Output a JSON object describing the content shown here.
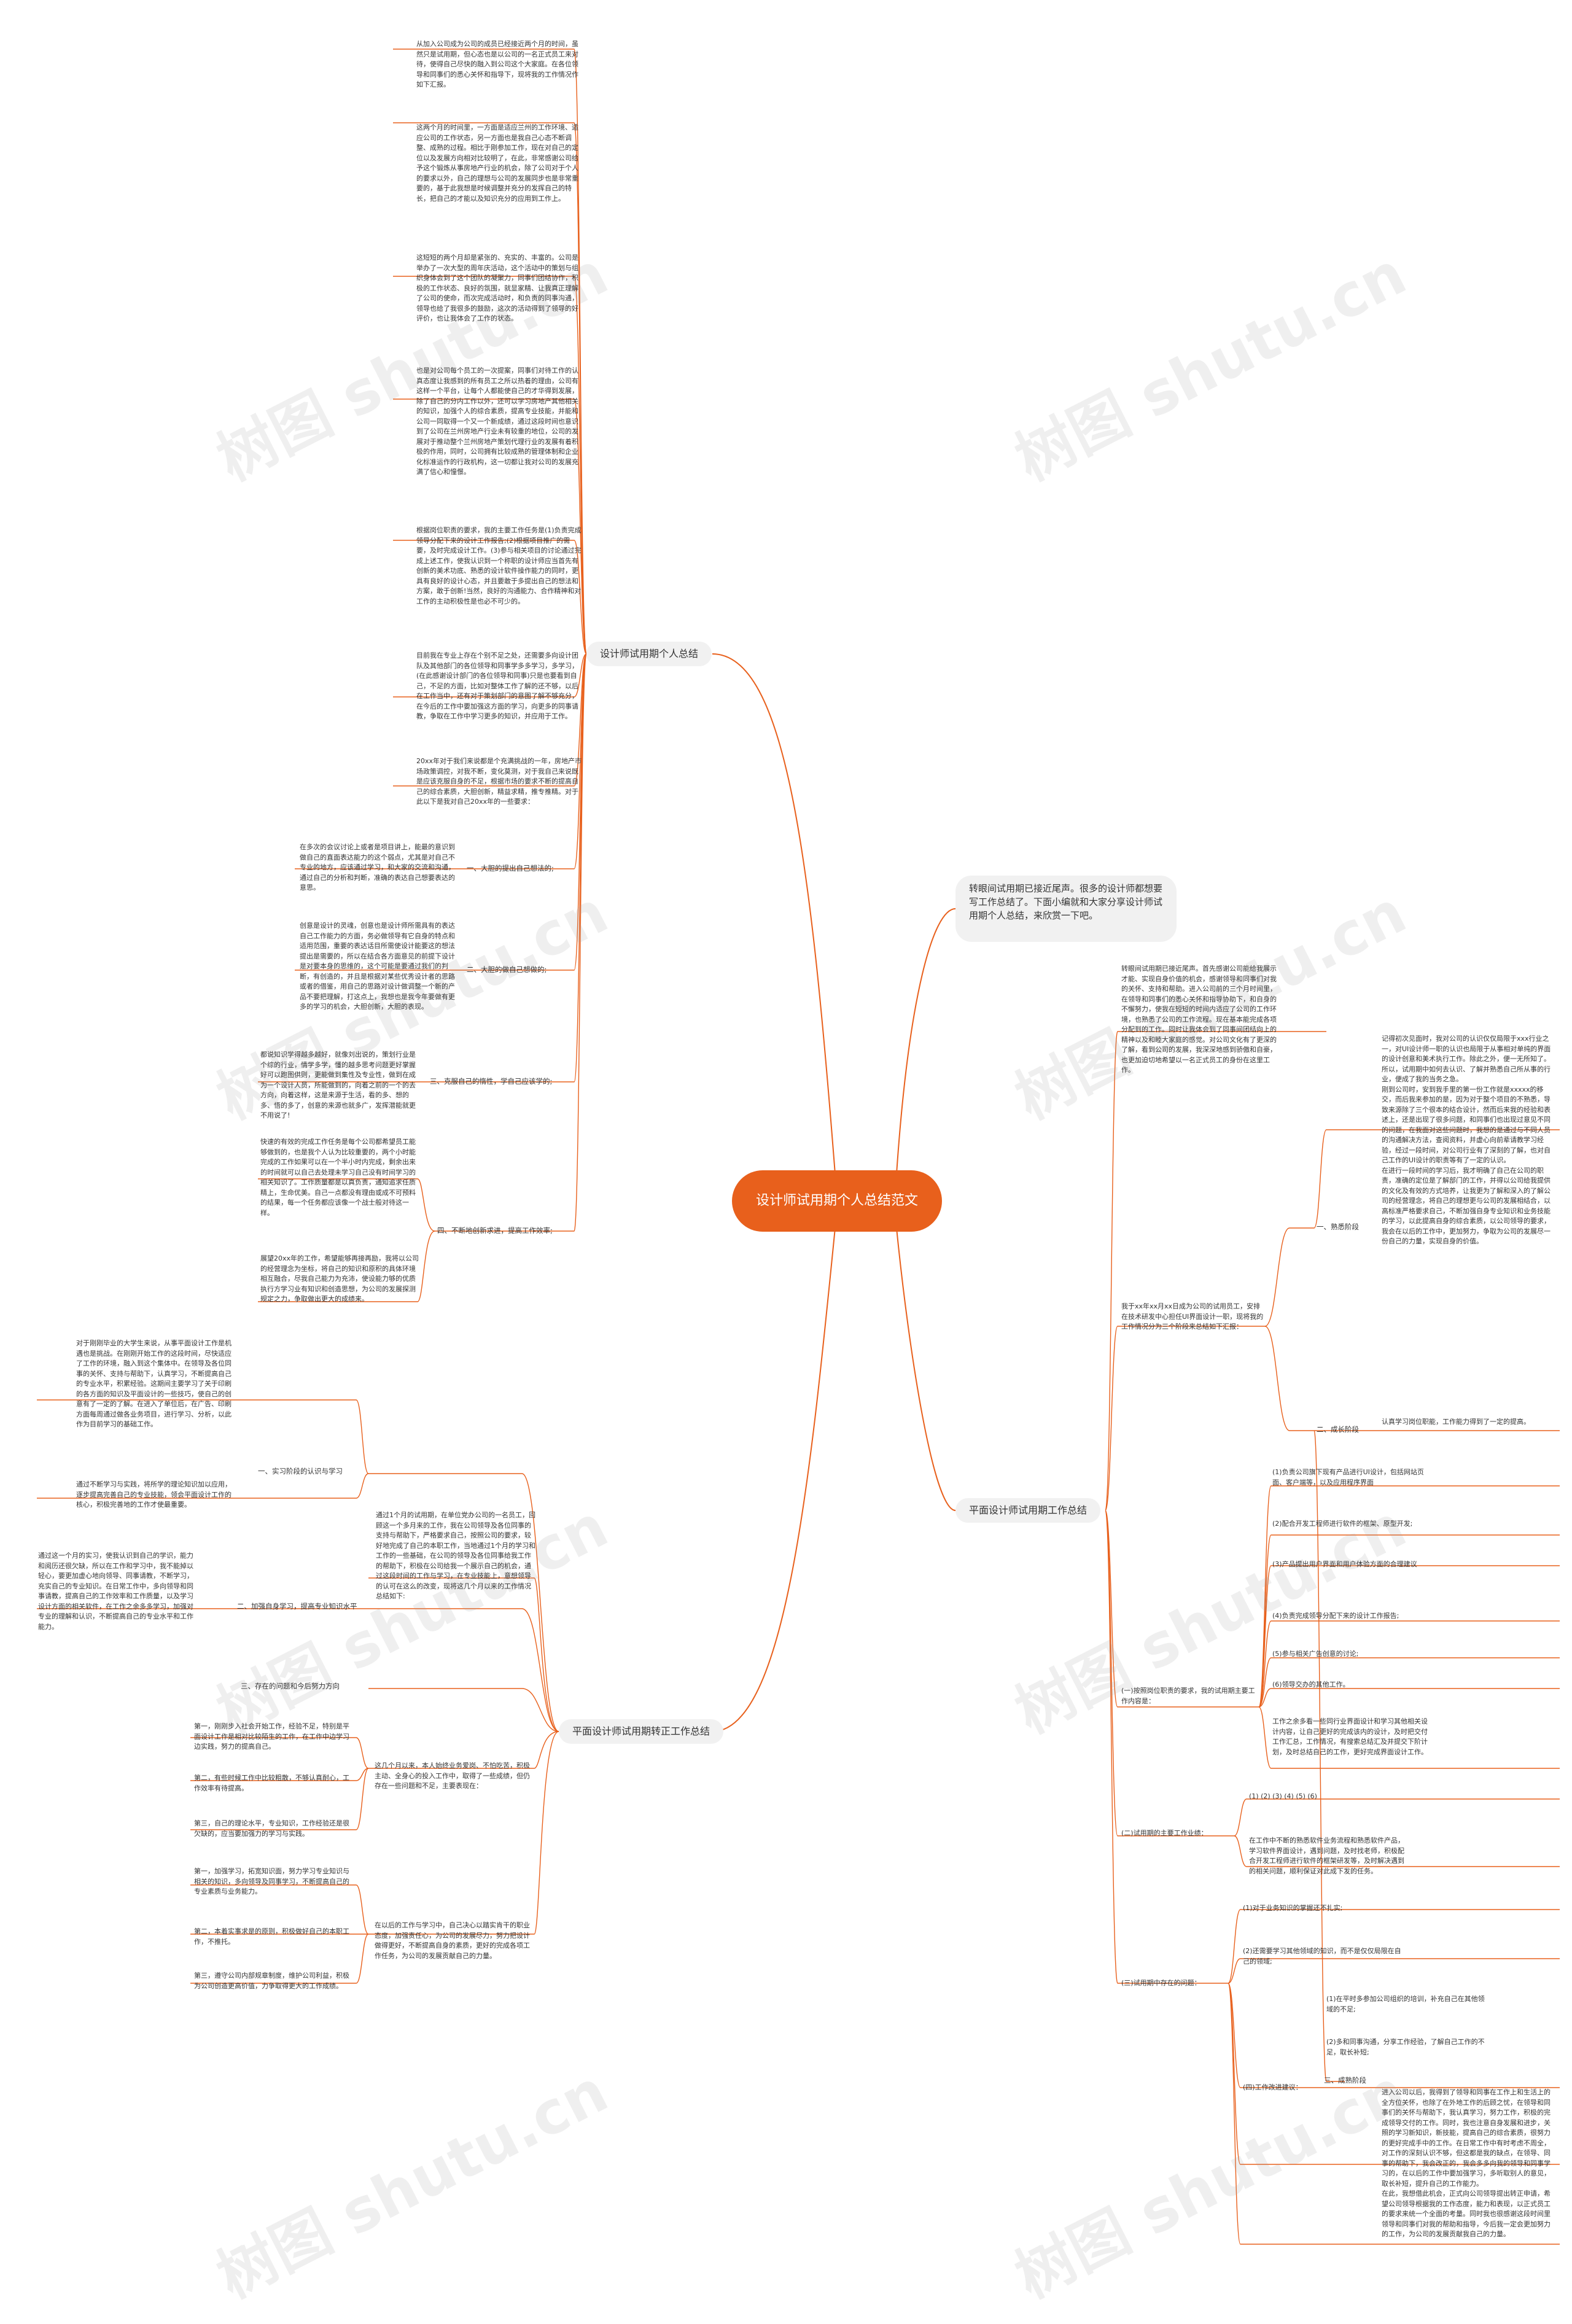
{
  "central": "设计师试用期个人总结范文",
  "intro": "转眼间试用期已接近尾声。很多的设计师都想要写工作总结了。下面小编就和大家分享设计师试用期个人总结，来欣赏一下吧。",
  "watermark": "树图 shutu.cn",
  "branches": {
    "b1": "设计师试用期个人总结",
    "b2": "平面设计师试用期转正工作总结",
    "b3": "平面设计师试用期工作总结"
  },
  "b1": {
    "paras": [
      "从加入公司成为公司的成员已经接近两个月的时间，虽然只是试用期，但心态也是以公司的一名正式员工来对待，使得自己尽快的融入到公司这个大家庭。在各位领导和同事们的悉心关怀和指导下，现将我的工作情况作如下汇报。",
      "这两个月的时间里，一方面是适应兰州的工作环境、适应公司的工作状态，另一方面也是我自己心态不断调整、成熟的过程。相比于刚参加工作，现在对自己的定位以及发展方向相对比较明了，在此，非常感谢公司给予这个锻炼从事房地产行业的机会，除了公司对于个人的要求以外，自己的理想与公司的发展同步也是非常重要的，基于此我想是时候调整并充分的发挥自己的特长，把自己的才能以及知识充分的应用到工作上。",
      "这短短的两个月却是紧张的、充实的、丰富的。公司是举办了一次大型的周年庆活动，这个活动中的策划与组织身体会到了这个团队的凝聚力，同事们团结协作，积极的工作状态、良好的氛围，就显家精、让我真正理解了公司的使命，而次完成活动时，和负责的同事沟通，领导也给了我很多的鼓励，这次的活动得到了领导的好评价，也让我体会了工作的状态。",
      "也是对公司每个员工的一次提案，同事们对待工作的认真态度让我感到的所有员工之所以热着的理由，公司有这样一个平台，让每个人都能使自己的才华得到发展，除了自己的分内工作以外，还可以学习房地产其他相关的知识，加强个人的综合素质，提高专业技能，并能和公司一同取得一个又一个新成绩，通过这段时间也意识到了公司在兰州房地产行业未有较重的地位，公司的发展对于推动整个兰州房地产策划代理行业的发展有着积极的作用，同时，公司拥有比较成熟的管理体制和企业化标准运作的行政机构，这一切都让我对公司的发展充满了信心和憧憬。",
      "根据岗位职责的要求，我的主要工作任务是(1)负责完成领导分配下来的设计工作报告;(2)根据项目推广的需要，及时完成设计工作。(3)参与相关项目的讨论通过完成上述工作，使我认识到一个称职的设计师应当首先有创新的美术功底、熟悉的设计软件操作能力的同时，更具有良好的设计心态，并且要敢于多提出自己的想法和方案，敢于创新!当然，良好的沟通能力、合作精神和对工作的主动积极性是也必不可少的。",
      "目前我在专业上存在个别不足之处，还需要多向设计团队及其他部门的各位领导和同事学多多学习，多学习，(在此感谢设计部门的各位领导和同事)只是也要看到自己，不足的方面，比如对整体工作了解的还不够，以后在工作当中，还有对于策划部门的意图了解不够充分，在今后的工作中要加强这方面的学习，向更多的同事请教，争取在工作中学习更多的知识，并应用于工作。",
      "20xx年对于我们来说都是个充满挑战的一年，房地产市场政策调控，对我不断，变化莫测，对于我自己来说既是应该克服自身的不足，根据市场的要求不断的提高自己的综合素质，大胆创新，精益求精，推专推精。对于此以下是我对自己20xx年的一些要求："
    ],
    "subs": [
      "一、大胆的提出自己想法的;",
      "二、大胆的做自己想做的;",
      "三、克服自己的惰性，学自己应该学的;",
      "四、不断地创新求进，提高工作效率;"
    ],
    "sub_texts": [
      "在多次的会议讨论上或者是项目讲上，能最的意识到做自己的直面表达能力的这个弱点，尤其是对自己不专业的地方，应该通过学习，和大家的交流和沟通，通过自己的分析和判断，准确的表达自己想要表达的意思。",
      "创意是设计的灵魂，创意也是设计师所需具有的表达自己工作能力的方面，务必做领导有它自身的特点和适用范围，重要的表达话目所需使设计能要这的想法提出是需要的，所以在结合各方面意见的前提下设计是对要本身的思维的，这个可能是要通过我们的判断，有创造的，并且是根据对某些优秀设计者的思路或者的借鉴，用自己的思路对设计做调整一个新的产品不要把理解，打这点上，我想也是我今年要做有更多的学习的机会，大胆创新，大胆的表现。",
      "都说知识学得越多越好，就像刘出说的，策划行业是个综的行业，情学多学，懂的越多思考问题更好掌握好可以跑图供则，更能做到集性及专业性，做到在成为一个设计人员，所能做到的，向着之前的一个的去方向，向着这样，这是来源于生活，看的多、想的多、悟的多了，创意的来源也就多广，发挥潜能就更不用说了!",
      "快速的有效的完成工作任务是每个公司都希望员工能够做到的，也是我个人认为比较重要的，两个小时能完成的工作如果可以在一个半小时内完成，剩余出来的时间就可以自己去处理未学习自己没有时间学习的相关知识了。工作质量都是以真负责，通知追求任质精上，生命优美。自己一点都没有理由或成不可预料的结果，每一个任务都应该像一个战士般对待这一样。",
      "展望20xx年的工作，希望能够再接再励，我将以公司的经营理念为坐标，将自己的知识和原积的具体环境相互融合，尽我自己能力为充沛，使设能力够的优质执行方学习业有知识和创造思想，为公司的发展探测规定之力，争取做出更大的成绩来。"
    ]
  },
  "b2": {
    "main": "通过1个月的试用期，在单位党办公司的一名员工，回顾这一个多月来的工作，我在公司领导及各位同事的支持与帮助下，严格要求自己，按照公司的要求，较好地完成了自己的本职工作，当地通过1个月的学习和工作的一些基础，在公司的领导及各位同事给我工作的帮助下，积极在公司给我一个展示自己的机会，通过这段时间的工作与学习，在专业技能上，意想领导的认可在这么的改变，现将这几个月以来的工作情况总结如下:",
    "subs": [
      "一、实习阶段的认识与学习",
      "二、加强自身学习，提高专业知识水平",
      "三、存在的问题和今后努力方向"
    ],
    "s1_text": [
      "对于刚刚毕业的大学生来说，从事平面设计工作是机遇也是挑战。在刚刚开始工作的这段时间，尽快适应了工作的环境，融入到这个集体中。在领导及各位同事的关怀、支持与帮助下，认真学习，不断提高自己的专业水平，积累经验。这期间主要学习了关于印刷的各方面的知识及平面设计的一些技巧，使自己的创意有了一定的了解。在进入了单位后，在广告、印刷方面每周通过做各业务项目，进行学习、分析，以此作为目前学习的基础工作。",
      "通过不断学习与实践，将所学的理论知识加以应用，逐步提高完善自己的专业技能，领会平面设计工作的核心，积极完善地的工作才使最重要。"
    ],
    "s2_text": "通过这一个月的实习，使我认识到自己的学识，能力和阅历还很欠缺，所以在工作和学习中，我不能掉以轻心，要更加虚心地向领导、同事请教，不断学习，充实自己的专业知识。在日常工作中，多向领导和同事请教，提高自己的工作效率和工作质量，以及学习设计方面的相关软件，在工作之余多多学习，加强对专业的理解和认识，不断提高自己的专业水平和工作能力。",
    "s3_items": [
      "第一，刚刚步入社会开始工作，经验不足，特别是平面设计工作是相对比较陌生的工作，在工作中边学习边实践，努力的提高自己。",
      "第二，有些时候工作中比较粗散，不够认真耐心，工作效率有待提高。",
      "第三，自己的理论水平，专业知识，工作经验还是很欠缺的，应当要加强力的学习与实践。"
    ],
    "s4_text": "这几个月以来，本人始终业务爱岗、不怕吃苦，积极主动、全身心的投入工作中，取得了一些成绩，但仍存在一些问题和不足，主要表现在：",
    "s5_text": "在以后的工作与学习中，自己决心以踏实肯干的职业态度，加强责任心，为公司的发展尽力，努力把设计做得更好，不断提高自身的素质，更好的完成各项工作任务，为公司的发展贡献自己的力量。",
    "s5_items": [
      "第一，加强学习，拓宽知识面，努力学习专业知识与相关的知识，多向领导及同事学习，不断提高自己的专业素质与业务能力。",
      "第二，本着实事求是的原则，积极做好自己的本职工作，不推托。",
      "第三，遵守公司内部规章制度，维护公司利益，积极为公司创造更高价值，力争取得更大的工作成绩。"
    ]
  },
  "b3": {
    "intro_text": "转眼间试用期已接近尾声。首先感谢公司能给我展示才能、实现自身价值的机会，感谢领导和同事们对我的关怀、支持和帮助。进入公司前的三个月时间里，在领导和同事们的悉心关怀和指导协助下，和自身的不懈努力，使我在短短的时间内适应了公司的工作环境，也熟悉了公司的工作流程。现在基本能完成各项分配到的工作。同时让我体会到了同事间团结向上的精神以及和睦大家庭的感觉。对公司文化有了更深的了解，看到公司的发展，我深深地感到骄傲和自豪，也更加迫切地希望以一名正式员工的身份在这里工作。",
    "summary_text": "我于xx年xx月xx日成为公司的试用员工，安排在技术研发中心担任UI界面设计一职，现将我的工作情况分为三个阶段来总结如下汇报：",
    "stage_labels": [
      "一、熟悉阶段",
      "二、成长阶段",
      "三、成熟阶段"
    ],
    "stage1_text": "记得初次见面时，我对公司的认识仅仅局限于xxx行业之一，对UI设计师一职的认识也局限于从事相对单纯的界面的设计创意和美术执行工作。除此之外，便一无所知了。所以，试用期中如何去认识、了解并熟悉自己所从事的行业，便成了我的当务之急。\n刚到公司时，安到我手里的第一份工作就是xxxxx的移交，而后我来参加的是，因为对于整个项目的不熟悉，导致来源除了三个很本的结合设计，然而后来我的经验和表述上，还是出现了很多问题，和同事们也出现过意见不同的问题，在我面对这些问题时，我想的是通过与不同人员的沟通解决方法，查阅资料，并虚心向前辈请教学习经验，经过一段时间，对公司行业有了深刻的了解，也对自己工作的UI设计的职责等有了一定的认识。\n在进行一段时间的学习后，我才明确了自己在公司的职责，准确的定位是了解部门的工作，并得以公司给我提供的文化及有效的方式培养，让我更为了解和深入的了解公司的经营理念，将自己的理想更与公司的发展相结合，以高标准严格要求自己，不断加强自身专业知识和业务技能的学习，以此提高自身的综合素质，以公司领导的要求，我会在以后的工作中，更加努力，争取为公司的发展尽一份自己的力量，实现自身的价值。",
    "stage2_text": "认真学习岗位职能，工作能力得到了一定的提高。",
    "task_label": "(一)按照岗位职责的要求，我的试用期主要工作内容是：",
    "tasks": [
      "(1)负责公司旗下现有产品进行UI设计，包括网站页面、客户端等，以及应用程序界面",
      "(2)配合开发工程师进行软件的框架、原型开发;",
      "(3)产品提出用户界面和用户体验方面的合理建议",
      "(4)负责完成领导分配下来的设计工作报告;",
      "(5)参与相关广告创意的讨论;",
      "(6)领导交办的其他工作。"
    ],
    "task_extra": "工作之余多看一些同行业界面设计和学习其他相关设计内容，让自己更好的完成该内的设计，及时把交付工作汇总，工作情况，有搜索总结汇及并提交下阶计划，及时总结自己的工作，更好完成界面设计工作。",
    "trial2_label": "(二)试用期的主要工作业绩：",
    "trial2_items": "(1) (2) (3) (4) (5) (6)",
    "trial2_text": "在工作中不断的熟悉软件业务流程和熟悉软件产品，学习软件界面设计，遇到问题，及时找老师，积极配合开发工程师进行软件的框架研发等，及时解决遇到的相关问题，顺利保证对此成下发的任务。",
    "trial3_label": "(三)试用期中存在的问题：",
    "trial3_items": [
      "(1)对于业务知识的掌握还不扎实;",
      "(2)还需要学习其他领域的知识，而不是仅仅局限在自己的领域;"
    ],
    "improve_label": "(四)工作改进建议：",
    "improve_items": [
      "(1)在平时多参加公司组织的培训，补充自己在其他领域的不足;",
      "(2)多和同事沟通，分享工作经验，了解自己工作的不足，取长补短;"
    ],
    "stage3_text": "进入公司以后，我得到了领导和同事在工作上和生活上的全方位关怀，也除了在外地工作的后顾之忧，在领导和同事们的关怀与帮助下，我认真学习，努力工作，积极的完成领导交付的工作。同时，我也注意自身发展和进步，关照的学习新知识，新技能，提高自己的综合素质，很努力的更好完成手中的工作。在日常工作中有时考虑不周全，对工作的深刻认识不够，但这都是我的缺点，在领导、同事的帮助下，我会改正的，我会多多向我的领导和同事学习的，在以后的工作中要加强学习，多听取别人的意见，取长补短，提升自己的工作能力。\n在此，我想借此机会，正式向公司领导提出转正申请，希望公司领导根据我的工作态度，能力和表现，以正式员工的要求来统一个全面的考量。同时我也很感谢这段时间里领导和同事们对我的帮助和指导，今后我一定会更加努力的工作，为公司的发展贡献我自己的力量。"
  }
}
